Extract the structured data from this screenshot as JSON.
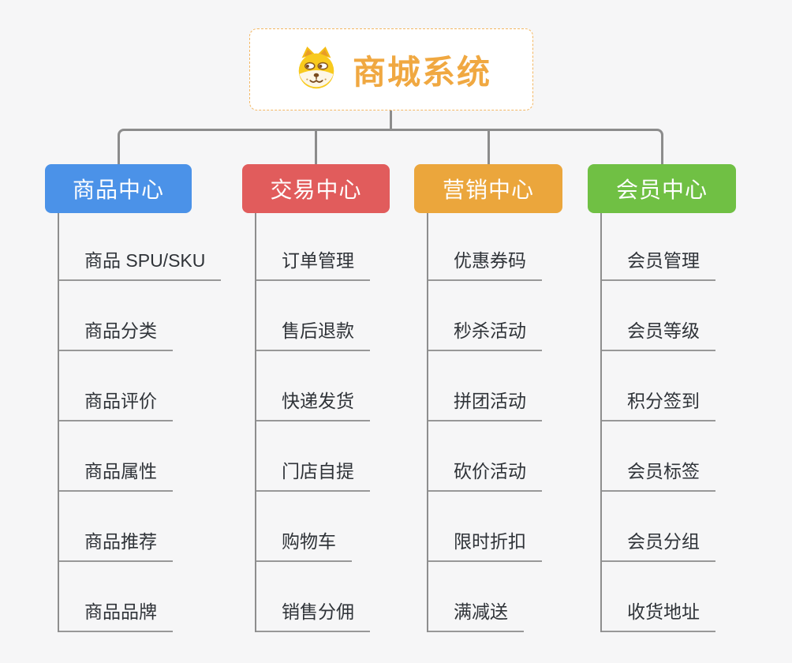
{
  "root": {
    "title": "商城系统",
    "icon": "dog-face-icon"
  },
  "branches": [
    {
      "id": "product-center",
      "label": "商品中心",
      "color": "#4b92e8",
      "items": [
        "商品 SPU/SKU",
        "商品分类",
        "商品评价",
        "商品属性",
        "商品推荐",
        "商品品牌"
      ]
    },
    {
      "id": "trade-center",
      "label": "交易中心",
      "color": "#e15c5c",
      "items": [
        "订单管理",
        "售后退款",
        "快递发货",
        "门店自提",
        "购物车",
        "销售分佣"
      ]
    },
    {
      "id": "marketing-center",
      "label": "营销中心",
      "color": "#eba63c",
      "items": [
        "优惠券码",
        "秒杀活动",
        "拼团活动",
        "砍价活动",
        "限时折扣",
        "满减送"
      ]
    },
    {
      "id": "member-center",
      "label": "会员中心",
      "color": "#70c044",
      "items": [
        "会员管理",
        "会员等级",
        "积分签到",
        "会员标签",
        "会员分组",
        "收货地址"
      ]
    }
  ],
  "colors": {
    "background": "#f6f6f7",
    "connector": "#8c8c8c",
    "underline": "#989898",
    "leaf_text": "#2f3338",
    "root_text": "#f0a841",
    "root_border": "#f3b763",
    "root_background": "#ffffff"
  }
}
